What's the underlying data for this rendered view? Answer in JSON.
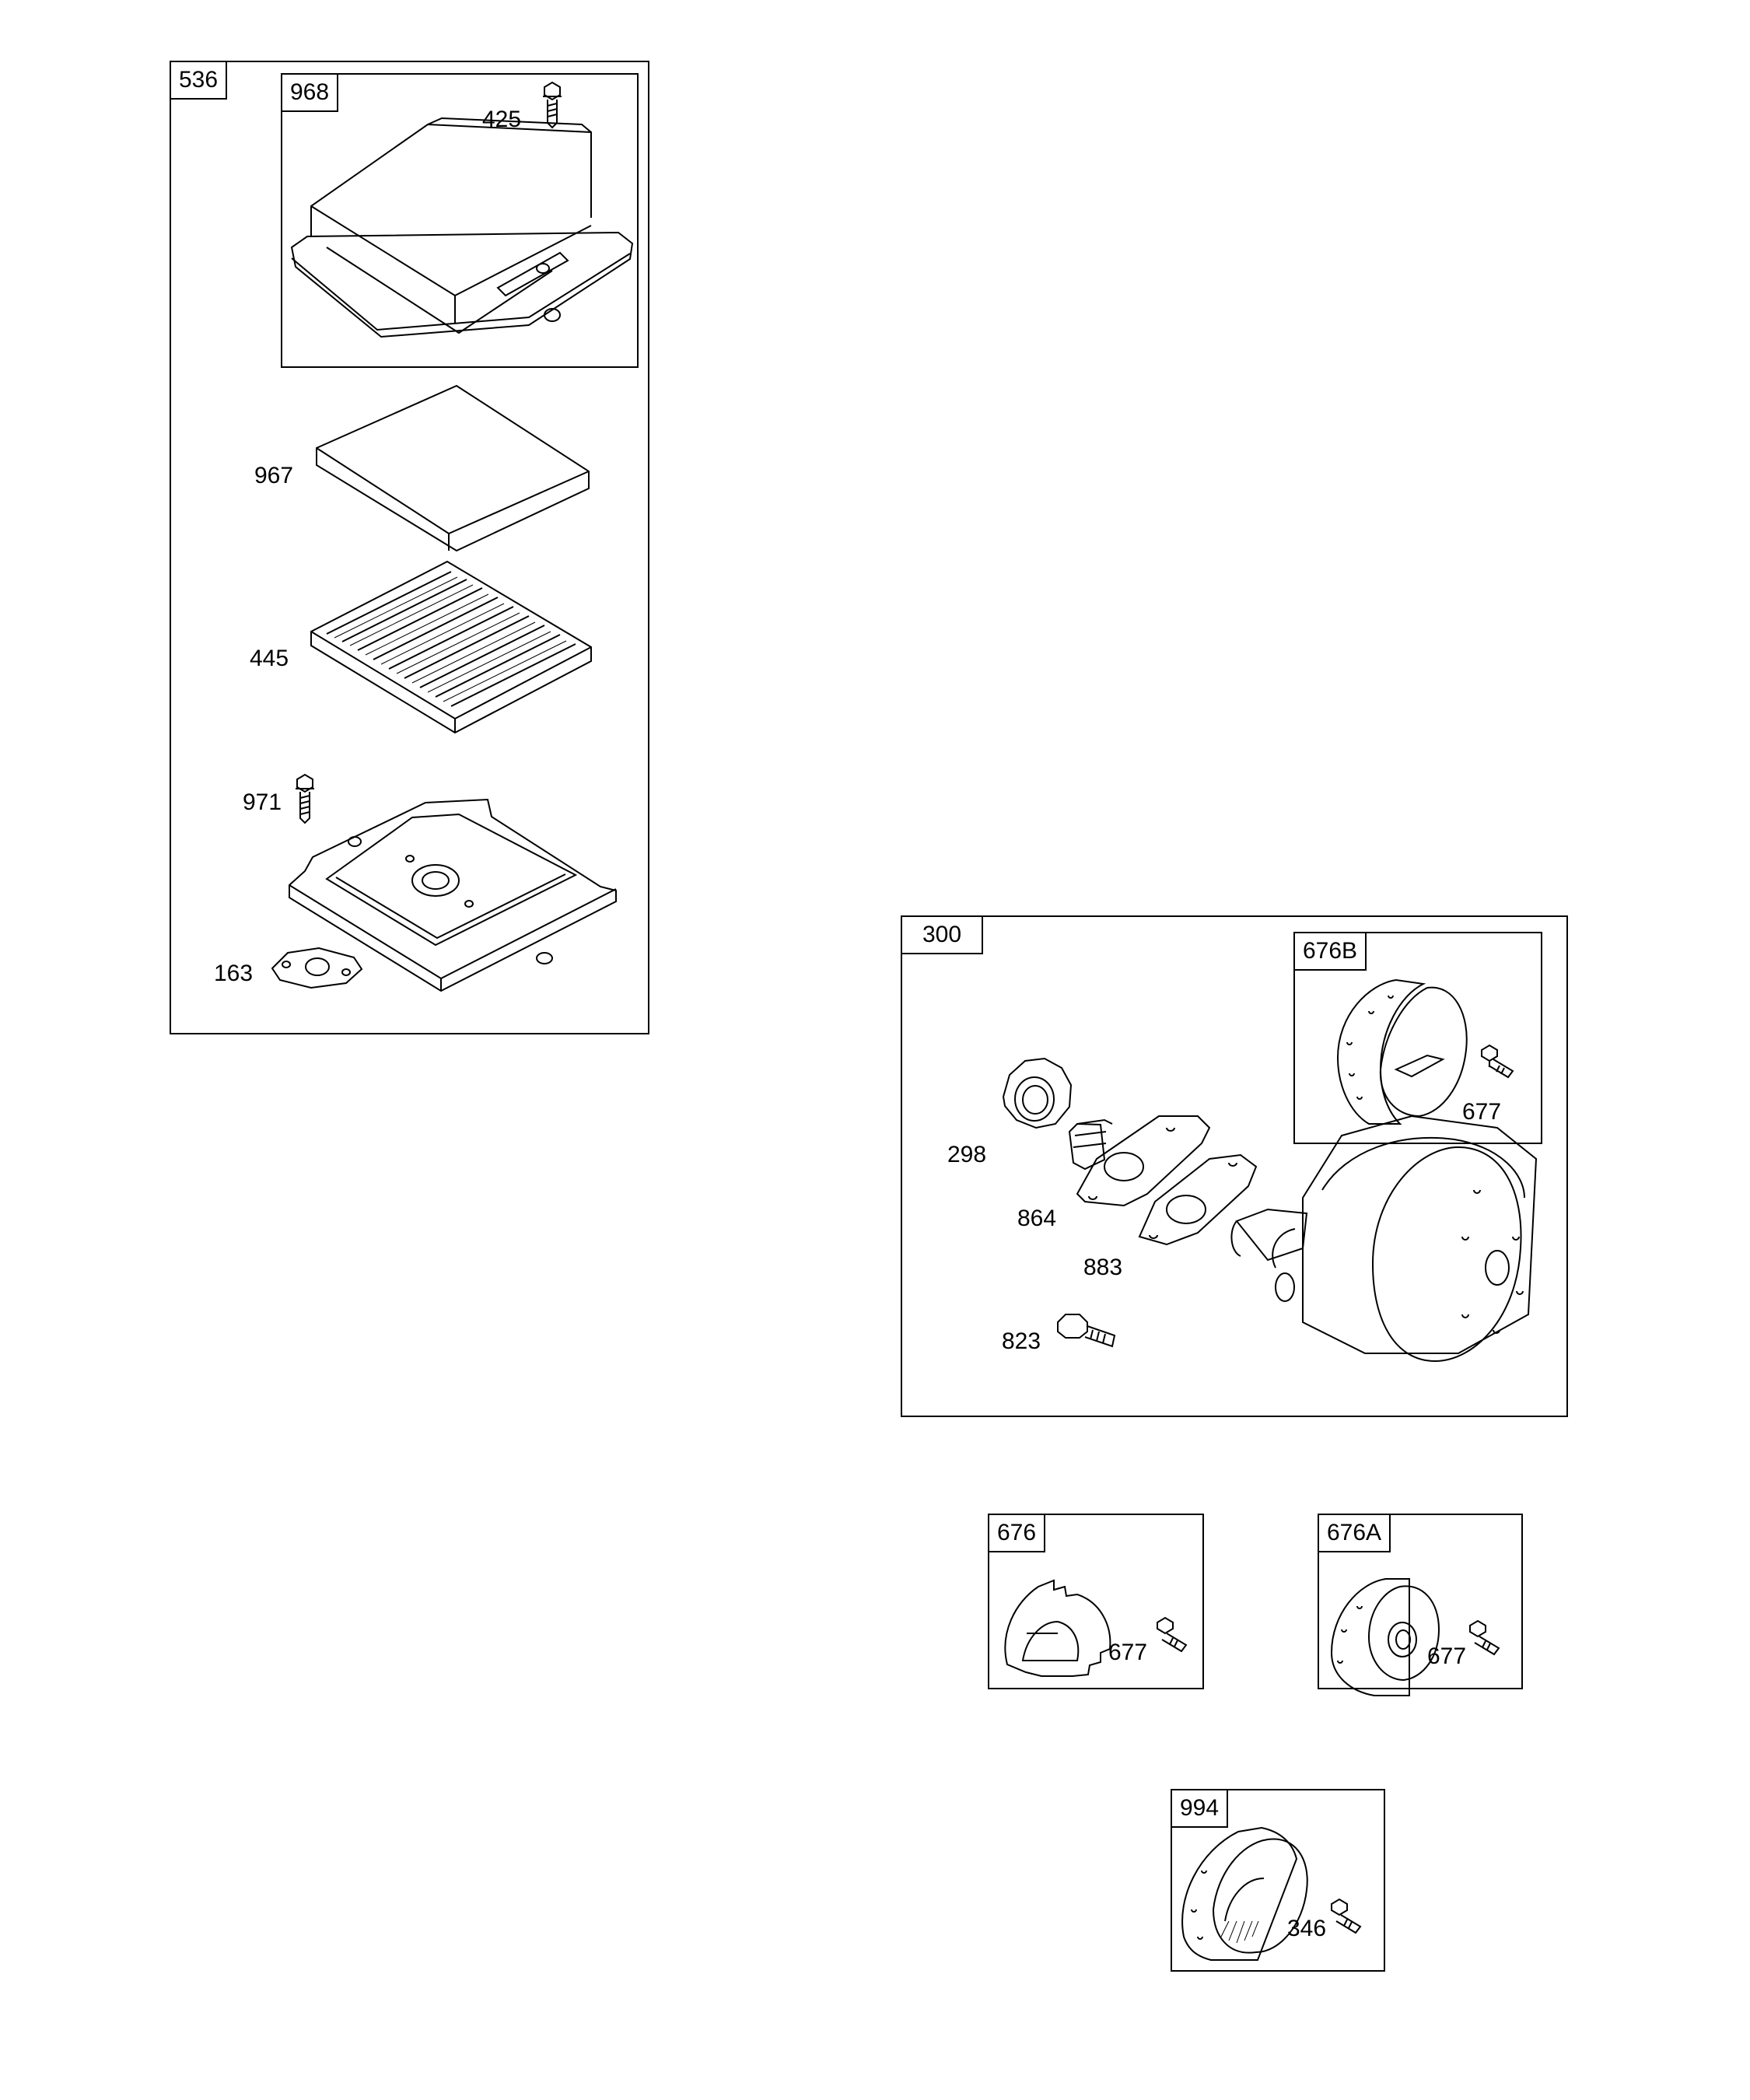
{
  "air_cleaner": {
    "kit_number": "536",
    "cover_kit_number": "968",
    "parts": {
      "cover_screw": "425",
      "pre_cleaner": "967",
      "filter_cartridge": "445",
      "base_screw": "971",
      "base_gasket": "163"
    }
  },
  "muffler_kit": {
    "kit_number": "300",
    "deflector_kit_number": "676B",
    "parts": {
      "lock_nut": "298",
      "exhaust_pipe": "864",
      "gasket": "883",
      "screw": "823",
      "deflector_screw": "677"
    }
  },
  "deflector_kit_676": {
    "kit_number": "676",
    "screw": "677"
  },
  "deflector_kit_676a": {
    "kit_number": "676A",
    "screw": "677"
  },
  "guard_kit_994": {
    "kit_number": "994",
    "screw": "346"
  }
}
